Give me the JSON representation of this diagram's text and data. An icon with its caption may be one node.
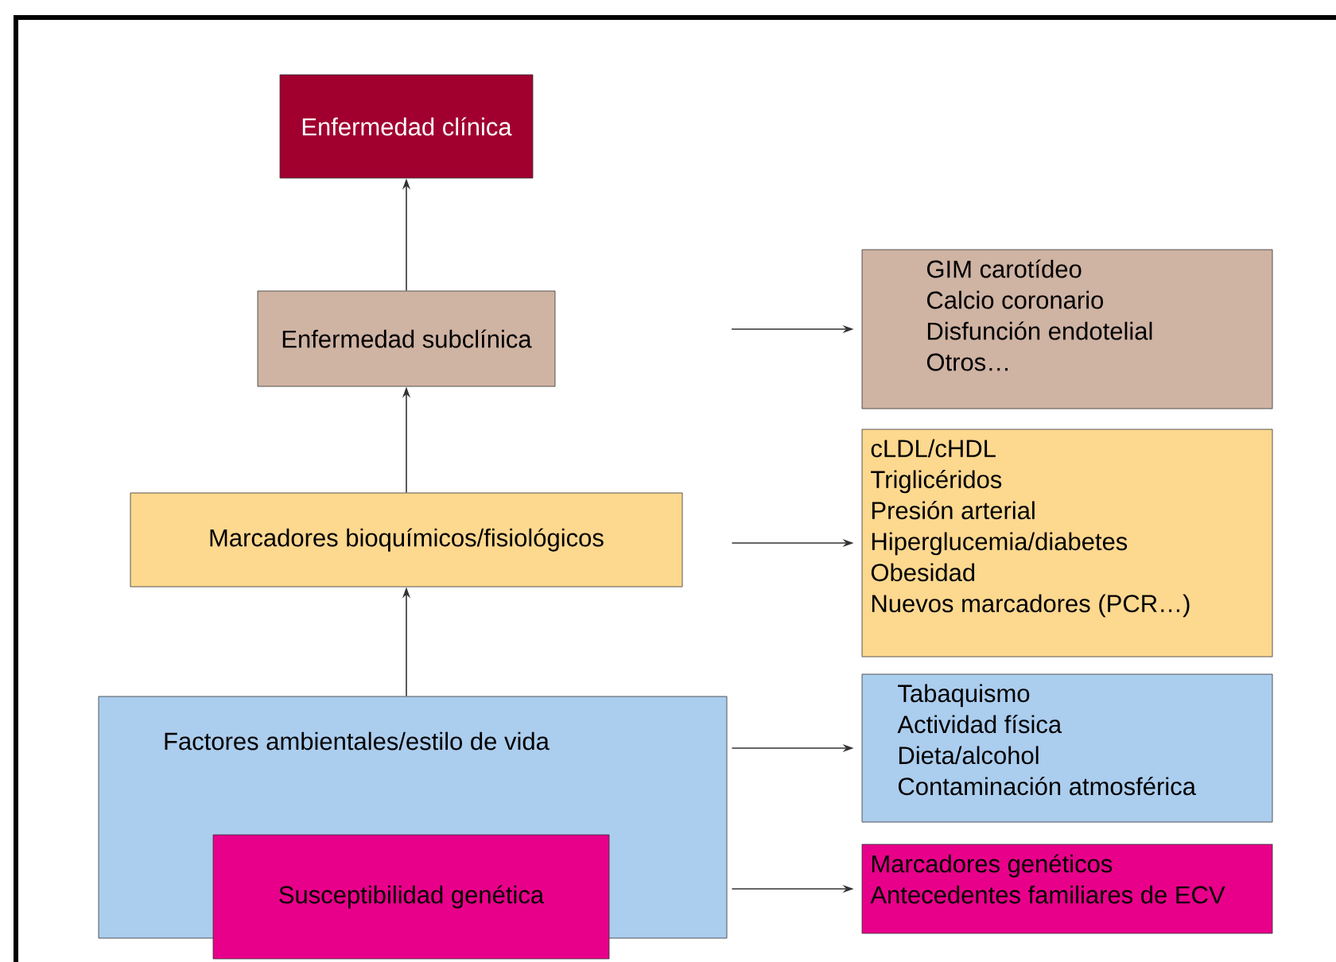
{
  "diagram": {
    "nodes": [
      {
        "text": [
          "Enfermedad clínica"
        ]
      },
      {
        "text": [
          "Enfermedad subclínica"
        ]
      },
      {
        "text": [
          "GIM carotídeo",
          "Calcio coronario",
          "Disfunción endotelial",
          "Otros…"
        ]
      },
      {
        "text": [
          "Marcadores bioquímicos/fisiológicos"
        ]
      },
      {
        "text": [
          "cLDL/cHDL",
          "Triglicéridos",
          "Presión arterial",
          "Hiperglucemia/diabetes",
          "Obesidad",
          "Nuevos marcadores (PCR…)"
        ]
      },
      {
        "text": [
          "Factores ambientales/estilo de vida"
        ]
      },
      {
        "text": [
          "Susceptibilidad genética"
        ],
        "in": 5
      },
      {
        "text": [
          "Tabaquismo",
          "Actividad física",
          "Dieta/alcohol",
          "Contaminación atmosférica"
        ]
      },
      {
        "text": [
          "Marcadores genéticos",
          "Antecedentes familiares de ECV"
        ]
      }
    ],
    "edges": [
      {
        "from": 1,
        "to": 0,
        "arrow": "to"
      },
      {
        "from": 3,
        "to": 1,
        "arrow": "to"
      },
      {
        "from": 5,
        "to": 3,
        "arrow": "to"
      },
      {
        "from": null,
        "to": 2,
        "arrow": "to"
      },
      {
        "from": 3,
        "to": 4,
        "arrow": "to"
      },
      {
        "from": 5,
        "to": 7,
        "arrow": "to"
      },
      {
        "from": 5,
        "to": 8,
        "arrow": "to"
      }
    ]
  }
}
